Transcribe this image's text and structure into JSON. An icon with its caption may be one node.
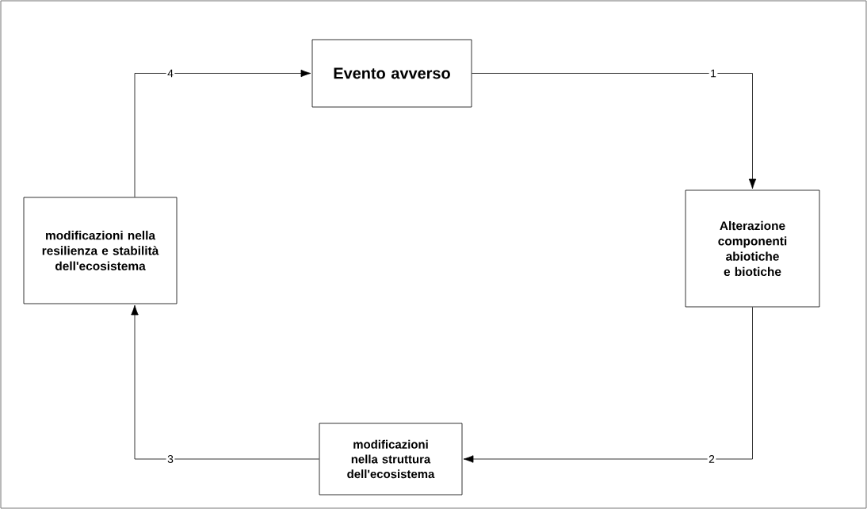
{
  "diagram": {
    "nodes": [
      {
        "text": [
          "Evento avverso"
        ]
      },
      {
        "text": [
          "Alterazione componenti abiotiche e biotiche"
        ]
      },
      {
        "text": [
          "modificazioni nella struttura dell'ecosistema"
        ]
      },
      {
        "text": [
          "modificazioni nella resilienza e stabilità dell'ecosistema"
        ]
      }
    ],
    "edges": [
      {
        "from": 0,
        "to": 1,
        "arrow": "to",
        "label": "1"
      },
      {
        "from": 1,
        "to": 2,
        "arrow": "to",
        "label": "2"
      },
      {
        "from": 2,
        "to": 3,
        "arrow": "to",
        "label": "3"
      },
      {
        "from": 3,
        "to": 0,
        "arrow": "to",
        "label": "4"
      }
    ]
  }
}
